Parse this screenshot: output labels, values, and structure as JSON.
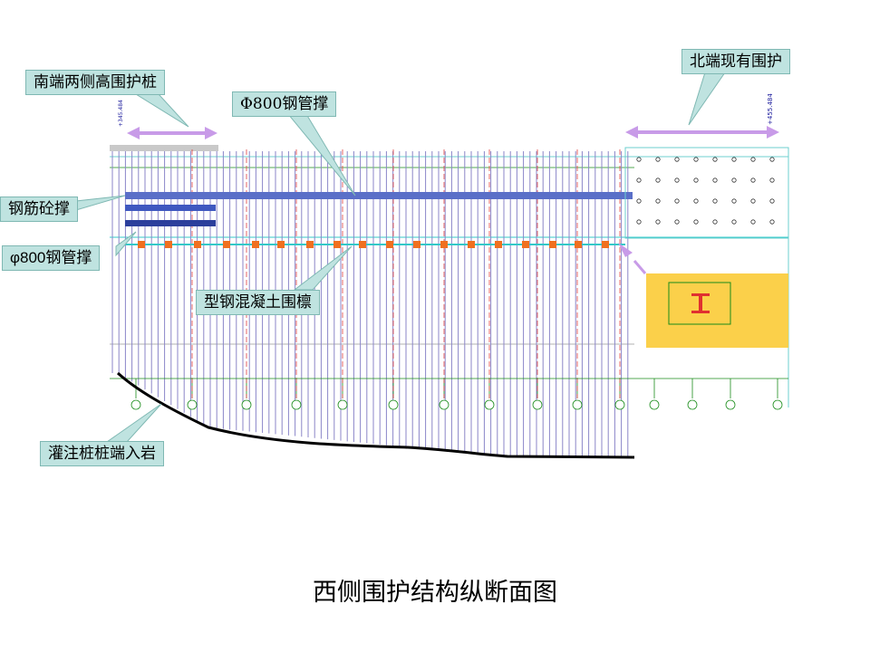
{
  "callouts": {
    "south_high_piles": "南端两侧高围护桩",
    "north_existing": "北端现有围护",
    "steel_pipe_strut_upper": "Φ800钢管撑",
    "rc_strut": "钢筋砼撑",
    "steel_pipe_strut_lower": "φ800钢管撑",
    "steel_concrete_waler": "型钢混凝土围檩",
    "bored_pile_rock": "灌注桩桩端入岩"
  },
  "caption": "西侧围护结构纵断面图",
  "colors": {
    "callout_fill": "#bfe3e0",
    "callout_border": "#7fb8b3",
    "arrow_purple": "#c89be8",
    "strut_blue": "#5a6fc8",
    "node_orange": "#f07020",
    "detail_panel": "#fbd04a",
    "pile_line": "#8b86c8",
    "waler_cyan": "#33c8c8",
    "grid_red": "#e04040"
  },
  "drawing": {
    "elevation_left": "+345.484",
    "elevation_right": "+455.484"
  }
}
